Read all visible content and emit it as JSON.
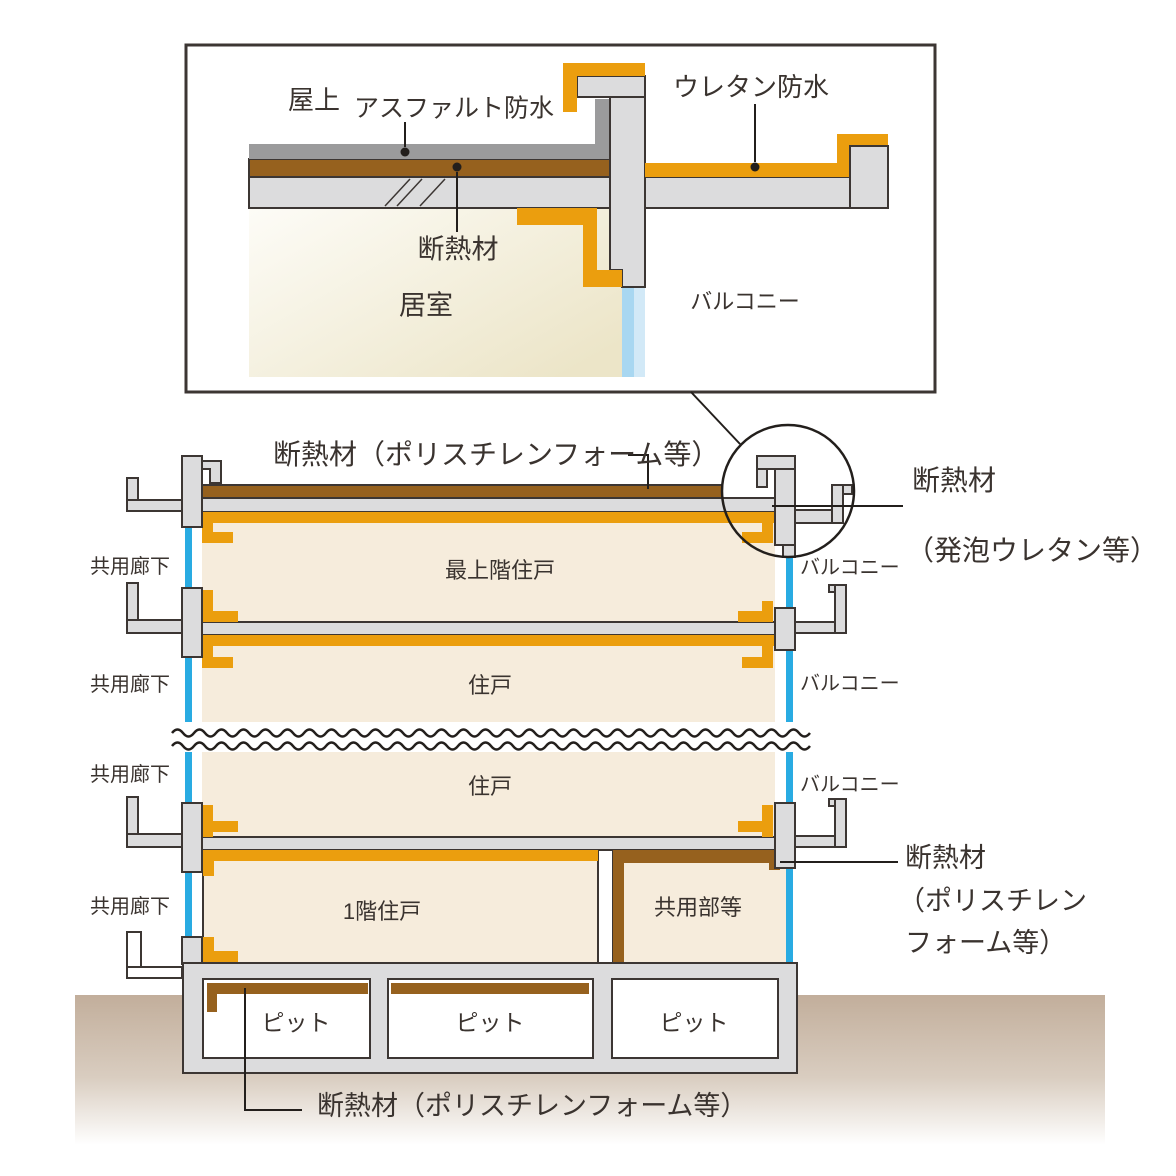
{
  "title": "建物断熱構造断面図",
  "inset": {
    "labels": {
      "rooftop": "屋上",
      "asphalt_waterproofing": "アスファルト防水",
      "urethane_waterproofing": "ウレタン防水",
      "insulation": "断熱材",
      "living_room": "居室",
      "balcony": "バルコニー"
    }
  },
  "building": {
    "roof_insulation_label": "断熱材（ポリスチレンフォーム等）",
    "urethane_insulation_label": {
      "line1": "断熱材",
      "line2": "（発泡ウレタン等）"
    },
    "polystyrene_insulation_label": {
      "line1": "断熱材",
      "line2": "（ポリスチレン",
      "line3": "フォーム等）"
    },
    "bottom_insulation_label": "断熱材（ポリスチレンフォーム等）",
    "corridor_labels": [
      "共用廊下",
      "共用廊下",
      "共用廊下",
      "共用廊下"
    ],
    "balcony_labels": [
      "バルコニー",
      "バルコニー",
      "バルコニー"
    ],
    "rooms": {
      "top_floor_unit": "最上階住戸",
      "unit_upper": "住戸",
      "unit_lower": "住戸",
      "first_floor_unit": "1階住戸",
      "common_area": "共用部等",
      "pits": [
        "ピット",
        "ピット",
        "ピット"
      ]
    }
  },
  "colors": {
    "insulation_orange": "#EB9E0E",
    "insulation_brown": "#96611E",
    "concrete_gray": "#DCDCDD",
    "asphalt_gray": "#9B9B9C",
    "exterior_wall_blue": "#29ABE2",
    "room_cream": "#F6ECDC",
    "ground_tan": "#C2AE9B",
    "outline_dark": "#3C3633",
    "sash_light_blue": "#A8D7F1",
    "text_dark": "#3A332F"
  }
}
